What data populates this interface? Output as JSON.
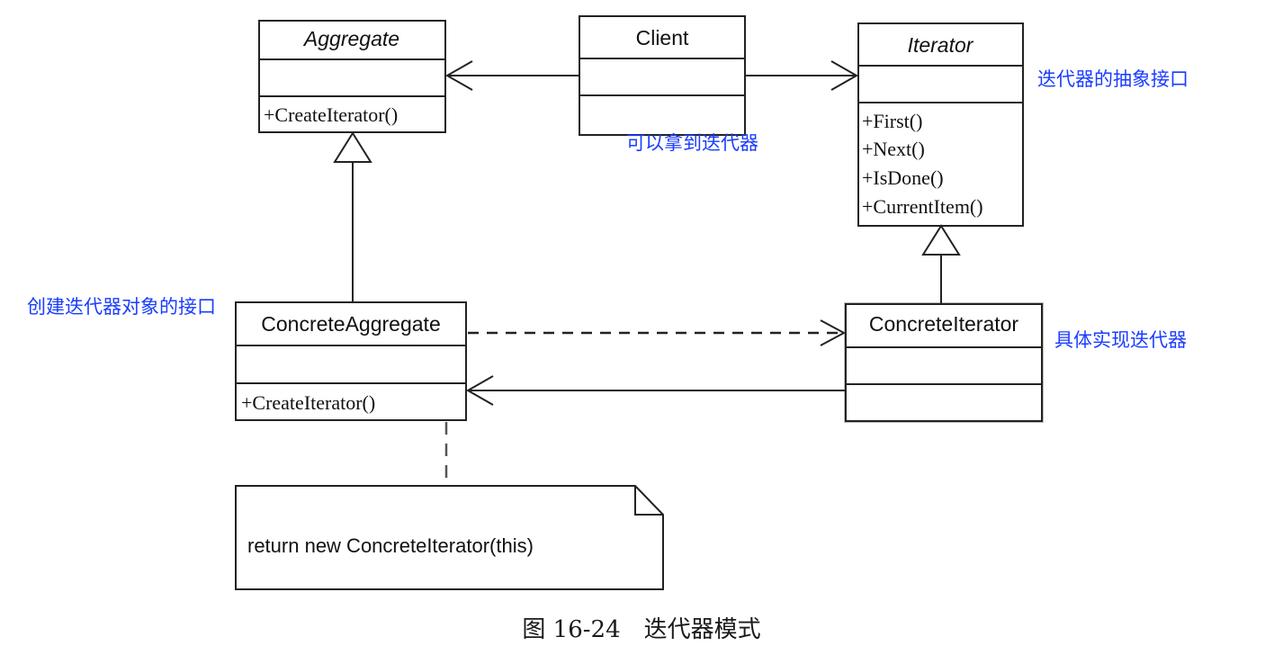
{
  "colors": {
    "annotation": "#1a3cff",
    "ink": "#111111",
    "background": "#ffffff"
  },
  "classes": {
    "aggregate": {
      "name": "Aggregate",
      "operations": [
        "+CreateIterator()"
      ]
    },
    "client": {
      "name": "Client",
      "operations": []
    },
    "iterator": {
      "name": "Iterator",
      "operations": [
        "+First()",
        "+Next()",
        "+IsDone()",
        "+CurrentItem()"
      ]
    },
    "concrete_aggregate": {
      "name": "ConcreteAggregate",
      "operations": [
        "+CreateIterator()"
      ]
    },
    "concrete_iterator": {
      "name": "ConcreteIterator",
      "operations": []
    }
  },
  "note": {
    "text": "return new ConcreteIterator(this)"
  },
  "annotations": {
    "iterator_interface": "迭代器的抽象接口",
    "client_gets_iterator": "可以拿到迭代器",
    "create_iterator_interface": "创建迭代器对象的接口",
    "concrete_iterator_impl": "具体实现迭代器"
  },
  "caption": "图 16-24　迭代器模式"
}
